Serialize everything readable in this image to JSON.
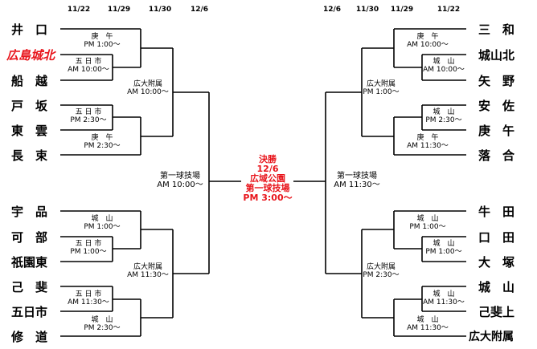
{
  "dates": {
    "left": [
      "11/22",
      "11/29",
      "11/30",
      "12/6"
    ],
    "right": [
      "12/6",
      "11/30",
      "11/29",
      "11/22"
    ]
  },
  "left_teams": [
    {
      "name": "井　口"
    },
    {
      "name": "広島城北",
      "color": "#e8141b"
    },
    {
      "name": "船　越"
    },
    {
      "name": "戸　坂"
    },
    {
      "name": "東　雲"
    },
    {
      "name": "長　束"
    },
    {
      "name": "宇　品"
    },
    {
      "name": "可　部"
    },
    {
      "name": "祇園東"
    },
    {
      "name": "己　斐"
    },
    {
      "name": "五日市"
    },
    {
      "name": "修　道"
    }
  ],
  "right_teams": [
    {
      "name": "三　和"
    },
    {
      "name": "城山北"
    },
    {
      "name": "矢　野"
    },
    {
      "name": "安　佐"
    },
    {
      "name": "庚　午"
    },
    {
      "name": "落　合"
    },
    {
      "name": "牛　田"
    },
    {
      "name": "口　田"
    },
    {
      "name": "大　塚"
    },
    {
      "name": "城　山"
    },
    {
      "name": "己斐上"
    },
    {
      "name": "広大附属"
    }
  ],
  "games": {
    "L1": {
      "venue": "庚　午",
      "time": "PM 1:00〜"
    },
    "L2": {
      "venue": "五 日 市",
      "time": "AM 10:00〜"
    },
    "L3": {
      "venue": "五 日 市",
      "time": "PM 2:30〜"
    },
    "L4": {
      "venue": "庚　午",
      "time": "PM 2:30〜"
    },
    "L5": {
      "venue": "城　山",
      "time": "PM 1:00〜"
    },
    "L6": {
      "venue": "五 日 市",
      "time": "PM 1:00〜"
    },
    "L7": {
      "venue": "五 日 市",
      "time": "AM 11:30〜"
    },
    "L8": {
      "venue": "城　山",
      "time": "PM 2:30〜"
    },
    "LQ1": {
      "venue": "広大附属",
      "time": "AM 10:00〜"
    },
    "LQ2": {
      "venue": "広大附属",
      "time": "AM 11:30〜"
    },
    "LS": {
      "venue": "第一球技場",
      "time": "AM 10:00〜"
    },
    "R1": {
      "venue": "庚　午",
      "time": "AM 10:00〜"
    },
    "R2": {
      "venue": "城　山",
      "time": "AM 10:00〜"
    },
    "R3": {
      "venue": "城　山",
      "time": "PM 2:30〜"
    },
    "R4": {
      "venue": "庚　午",
      "time": "AM 11:30〜"
    },
    "R5": {
      "venue": "城　山",
      "time": "PM 1:00〜"
    },
    "R6": {
      "venue": "城　山",
      "time": "PM 1:00〜"
    },
    "R7": {
      "venue": "城　山",
      "time": "AM 11:30〜"
    },
    "R8": {
      "venue": "城　山",
      "time": "AM 11:30〜"
    },
    "RQ1": {
      "venue": "広大附属",
      "time": "PM 1:00〜"
    },
    "RQ2": {
      "venue": "広大附属",
      "time": "PM 2:30〜"
    },
    "RS": {
      "venue": "第一球技場",
      "time": "AM 11:30〜"
    }
  },
  "final": {
    "title": "決勝",
    "date": "12/6",
    "venue1": "広域公園",
    "venue2": "第一球技場",
    "time": "PM 3:00〜",
    "color": "#e8141b"
  }
}
